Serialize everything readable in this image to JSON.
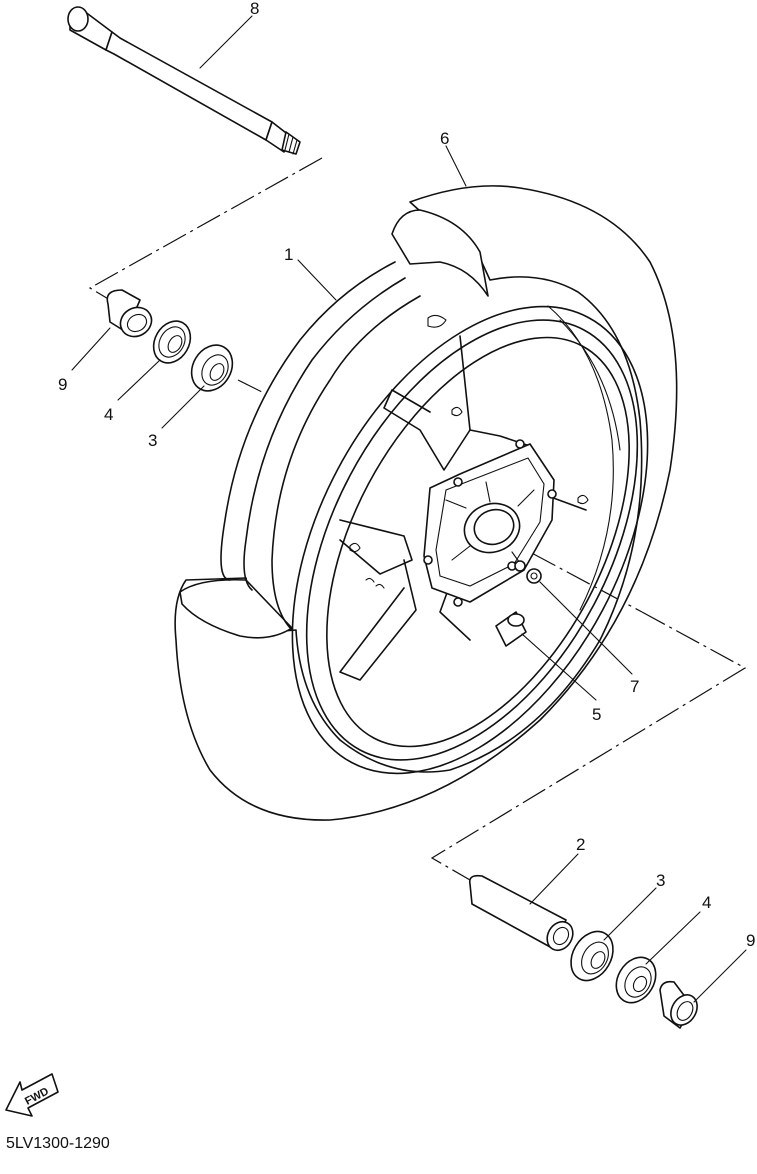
{
  "callouts": {
    "axle": "8",
    "tire": "6",
    "wheel": "1",
    "collar_left": "9",
    "seal_left": "4",
    "bearing_left": "3",
    "valve": "5",
    "bolt": "7",
    "spacer": "2",
    "bearing_right": "3",
    "seal_right": "4",
    "collar_right": "9"
  },
  "fwd_label": "FWD",
  "diagram_code": "5LV1300-1290"
}
